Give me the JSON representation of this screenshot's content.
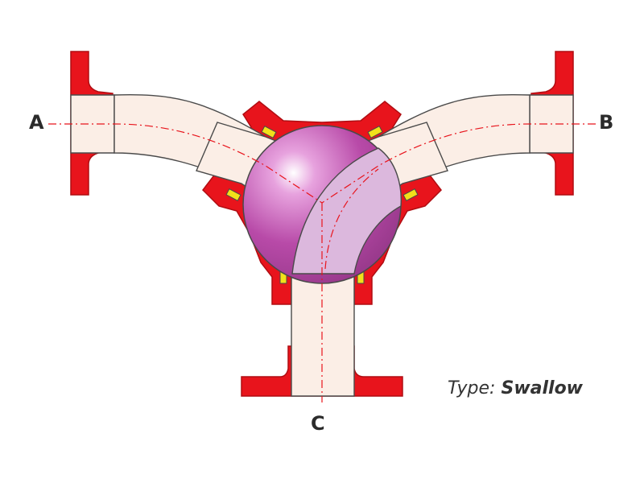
{
  "ports": {
    "a": "A",
    "b": "B",
    "c": "C"
  },
  "caption": {
    "prefix": "Type:",
    "value": "Swallow"
  },
  "colors": {
    "body": "#e8141c",
    "body_edge": "#b00d12",
    "bore": "#fbeee6",
    "bore_edge": "#4a4a4a",
    "ball": "#b84aa8",
    "ball_passage": "#dcb8dd",
    "seat": "#f2e01a",
    "centerline": "#e8141c",
    "text": "#2b2b2b"
  }
}
